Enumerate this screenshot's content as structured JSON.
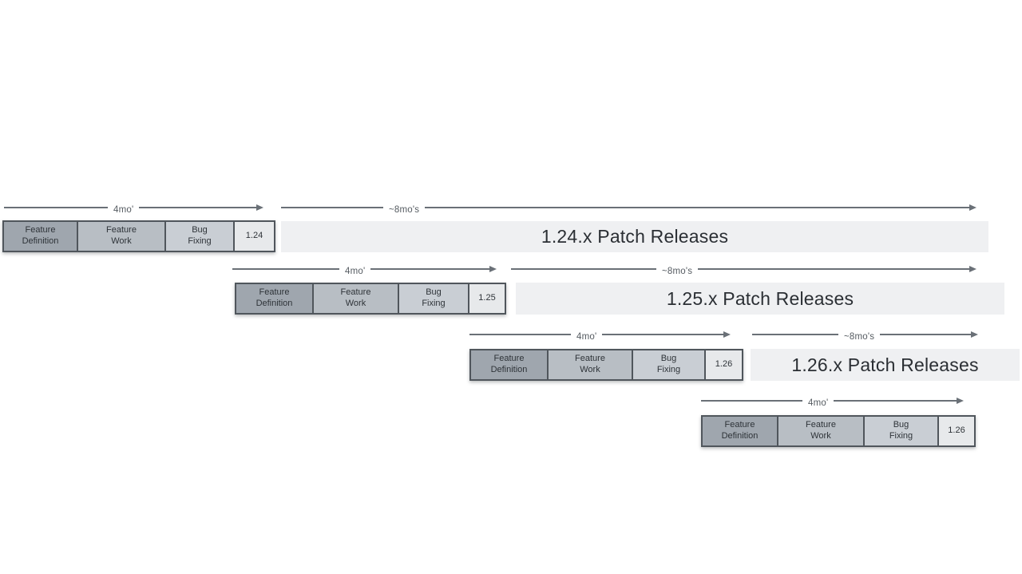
{
  "diagram": {
    "rows": [
      {
        "dev_arrow_label": "4mo'",
        "patch_arrow_label": "~8mo's",
        "phases": [
          "Feature\nDefinition",
          "Feature\nWork",
          "Bug\nFixing"
        ],
        "version": "1.24",
        "patch_bar_label": "1.24.x Patch Releases"
      },
      {
        "dev_arrow_label": "4mo'",
        "patch_arrow_label": "~8mo's",
        "phases": [
          "Feature\nDefinition",
          "Feature\nWork",
          "Bug\nFixing"
        ],
        "version": "1.25",
        "patch_bar_label": "1.25.x Patch Releases"
      },
      {
        "dev_arrow_label": "4mo'",
        "patch_arrow_label": "~8mo's",
        "phases": [
          "Feature\nDefinition",
          "Feature\nWork",
          "Bug\nFixing"
        ],
        "version": "1.26",
        "patch_bar_label": "1.26.x Patch Releases"
      },
      {
        "dev_arrow_label": "4mo'",
        "phases": [
          "Feature\nDefinition",
          "Feature\nWork",
          "Bug\nFixing"
        ],
        "version": "1.26"
      }
    ],
    "colors": {
      "feature_definition_fill": "#9fa6ae",
      "feature_work_fill": "#b8bec4",
      "bug_fixing_fill": "#c9ced4",
      "version_box_fill": "#e7e9eb",
      "patch_bar_fill": "#eff0f2",
      "box_border": "#50565c",
      "arrow_line": "#6a7077",
      "phase_text": "#2e3338",
      "arrow_label_text": "#555b61",
      "patch_bar_text": "#2b2f34"
    }
  }
}
